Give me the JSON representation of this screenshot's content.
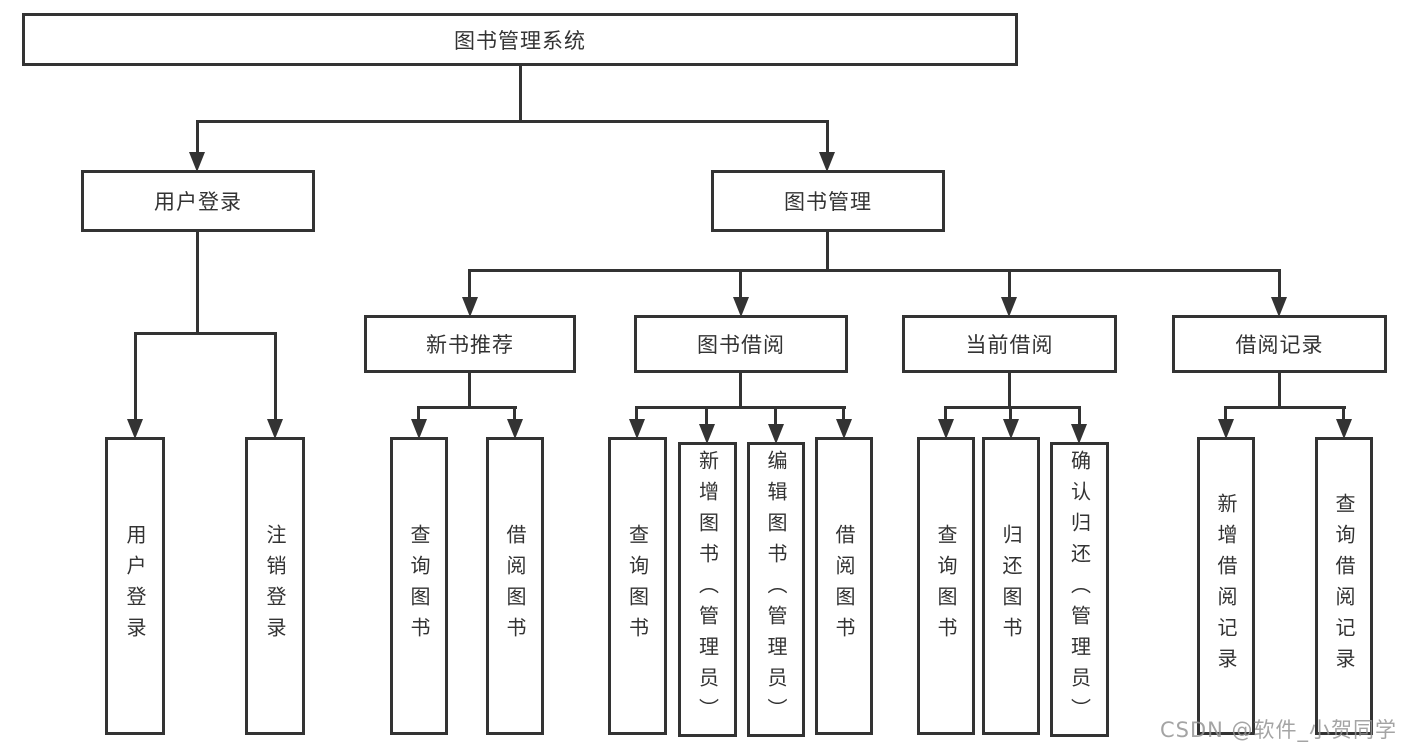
{
  "diagram": {
    "title": "图书管理系统",
    "nodes": {
      "root": {
        "label": "图书管理系统"
      },
      "user_login": {
        "label": "用户登录"
      },
      "book_mgmt": {
        "label": "图书管理"
      },
      "new_books": {
        "label": "新书推荐"
      },
      "borrow": {
        "label": "图书借阅"
      },
      "current": {
        "label": "当前借阅"
      },
      "records": {
        "label": "借阅记录"
      },
      "leaf_user_login": {
        "label": "用户登录"
      },
      "leaf_logout": {
        "label": "注销登录"
      },
      "leaf_nb_query": {
        "label": "查询图书"
      },
      "leaf_nb_borrow": {
        "label": "借阅图书"
      },
      "leaf_bw_query": {
        "label": "查询图书"
      },
      "leaf_bw_add": {
        "label": "新增图书（管理员）"
      },
      "leaf_bw_edit": {
        "label": "编辑图书（管理员）"
      },
      "leaf_bw_borrow": {
        "label": "借阅图书"
      },
      "leaf_cur_query": {
        "label": "查询图书"
      },
      "leaf_cur_return": {
        "label": "归还图书"
      },
      "leaf_cur_confirm": {
        "label": "确认归还（管理员）"
      },
      "leaf_rec_add": {
        "label": "新增借阅记录"
      },
      "leaf_rec_query": {
        "label": "查询借阅记录"
      }
    },
    "watermark": "CSDN @软件_小贺同学",
    "colors": {
      "line": "#333333",
      "text": "#333333",
      "watermark": "#949494",
      "background": "#ffffff"
    }
  }
}
